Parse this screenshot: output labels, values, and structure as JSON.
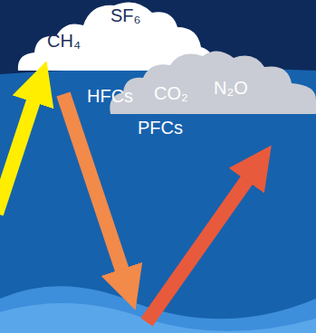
{
  "diagram": {
    "nodes": [
      {
        "text": [
          "CH₄",
          "SF₆"
        ]
      },
      {
        "text": [
          "CO₂",
          "N₂O"
        ]
      }
    ],
    "labels": [
      "HFCs",
      "PFCs"
    ]
  }
}
